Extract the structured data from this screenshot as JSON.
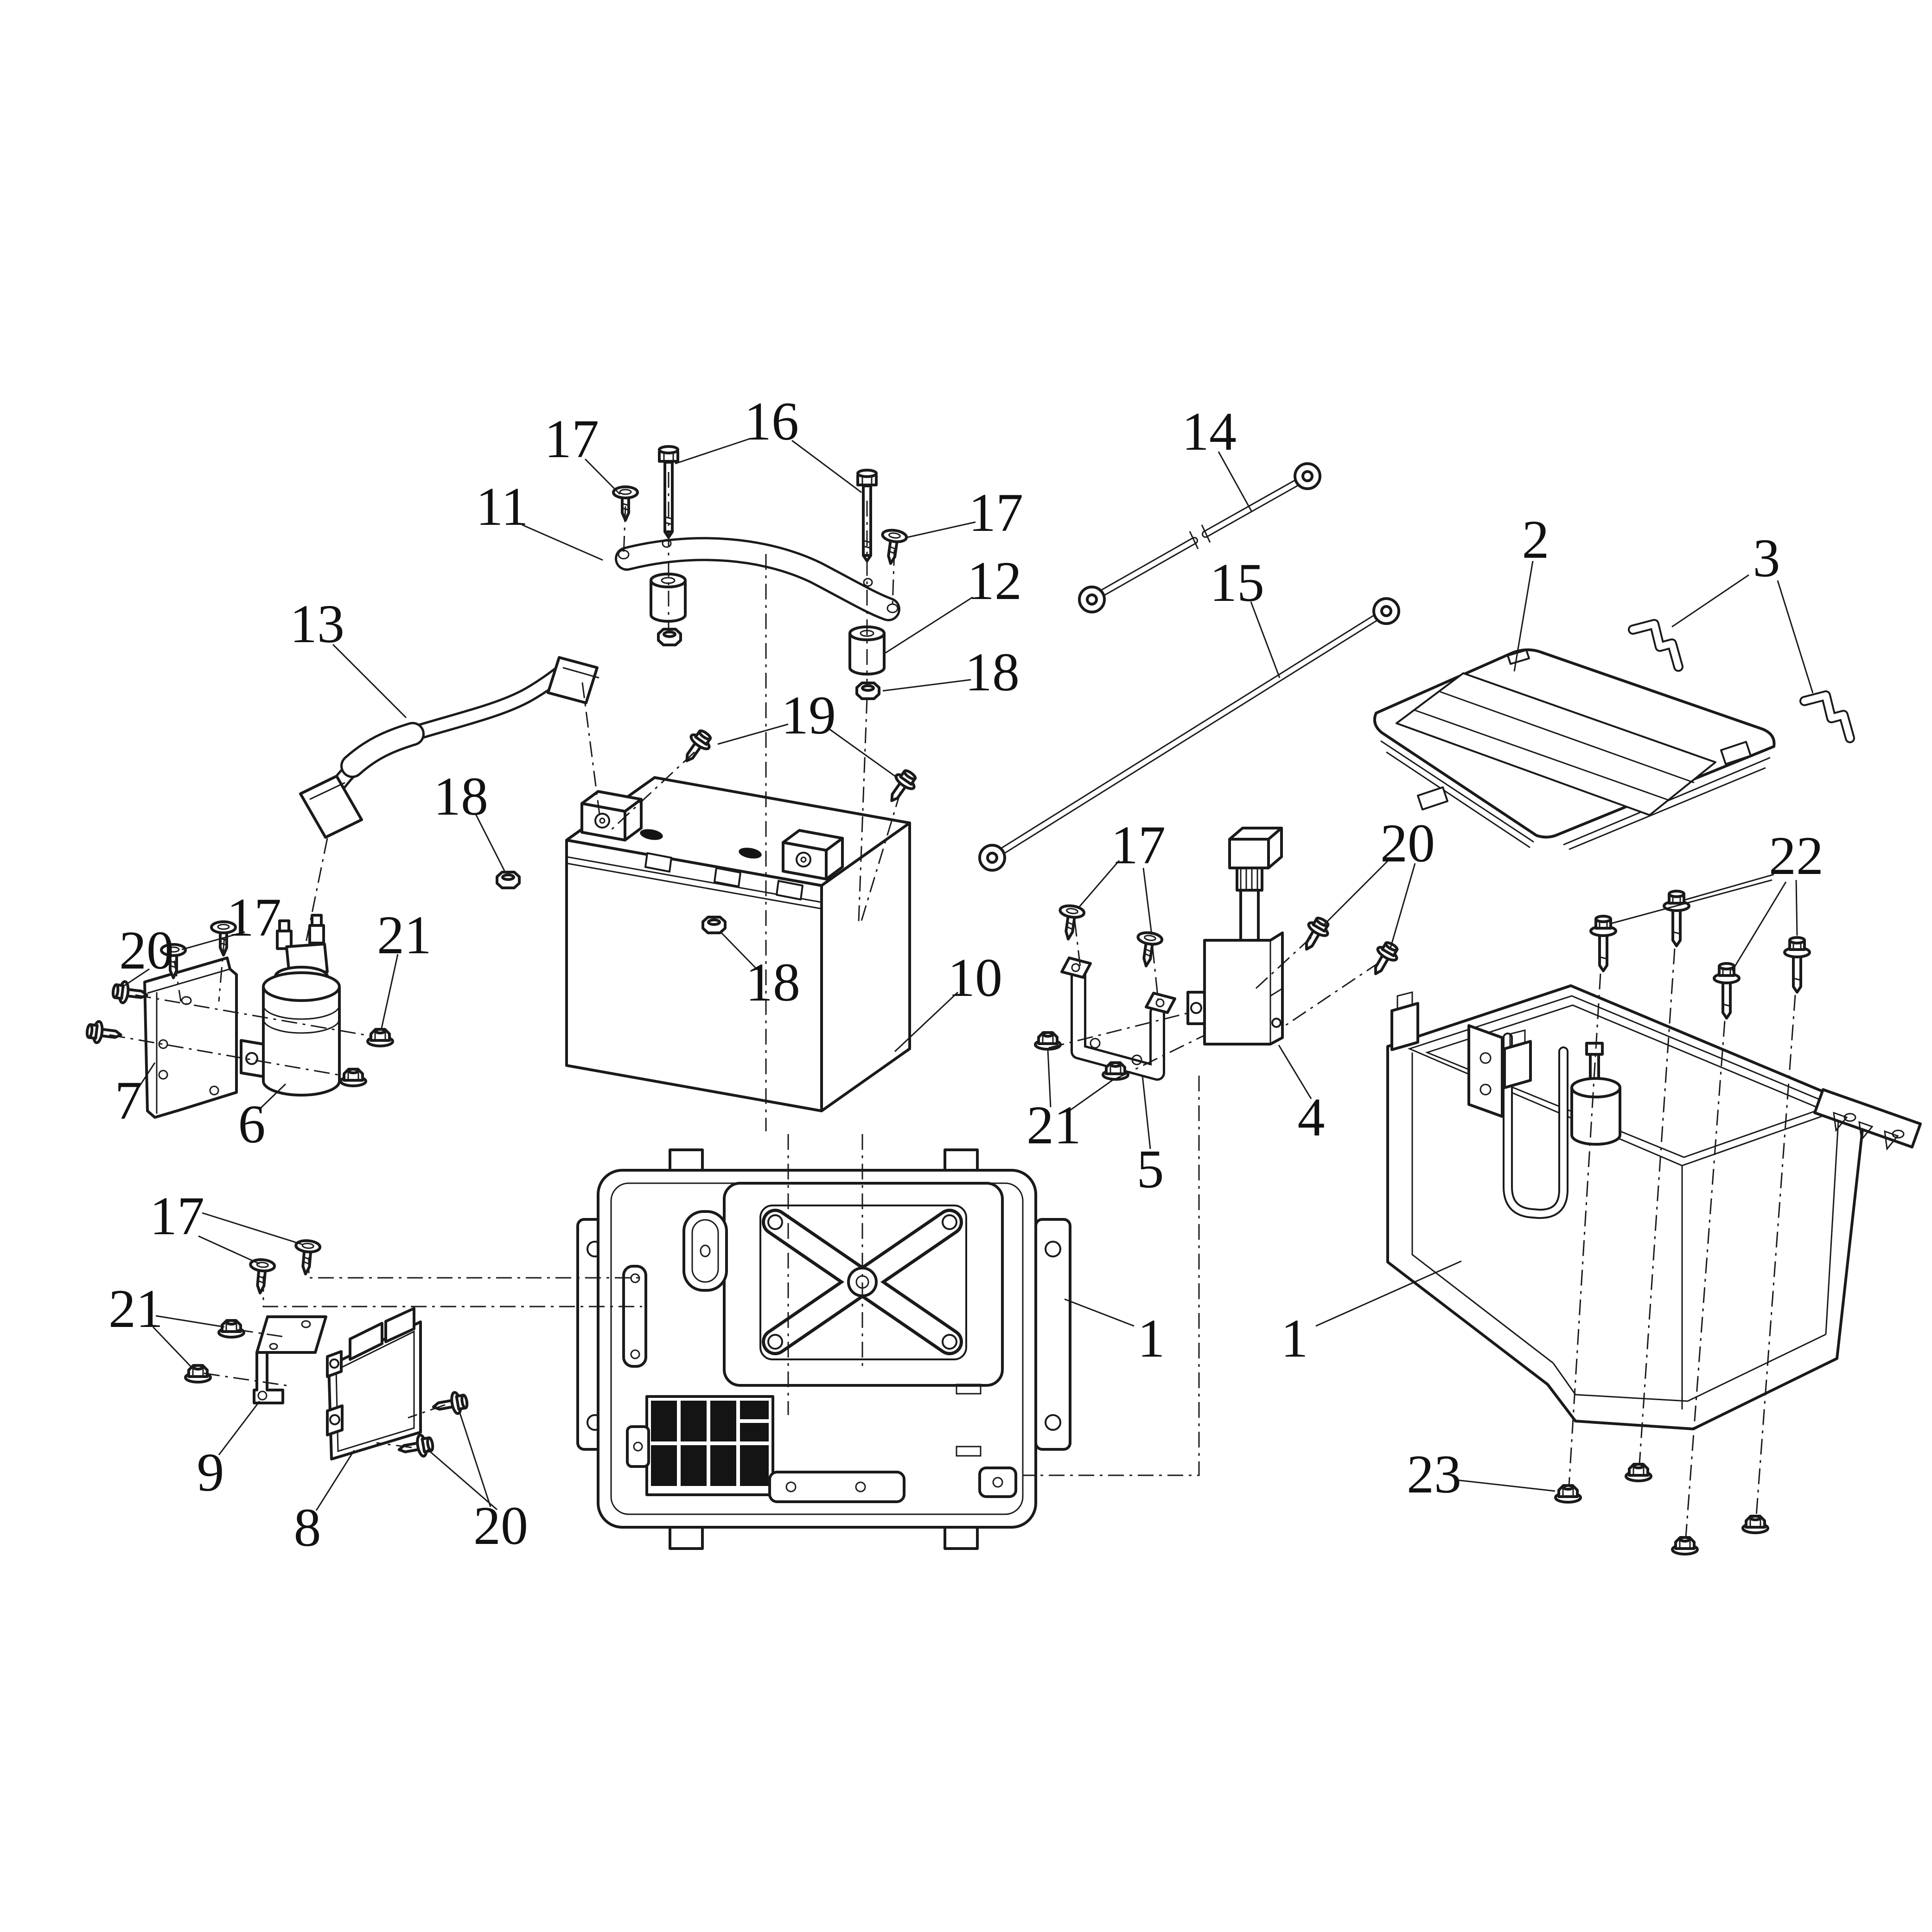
{
  "diagram": {
    "paper_color": "#ffffff",
    "ink_color": "#1a1a1a",
    "callouts": [
      {
        "id": "c17a",
        "label": "17"
      },
      {
        "id": "c16",
        "label": "16"
      },
      {
        "id": "c11",
        "label": "11"
      },
      {
        "id": "c13",
        "label": "13"
      },
      {
        "id": "c17b",
        "label": "17"
      },
      {
        "id": "c12",
        "label": "12"
      },
      {
        "id": "c18b",
        "label": "18"
      },
      {
        "id": "c19",
        "label": "19"
      },
      {
        "id": "c18a",
        "label": "18"
      },
      {
        "id": "c14",
        "label": "14"
      },
      {
        "id": "c15",
        "label": "15"
      },
      {
        "id": "c2",
        "label": "2"
      },
      {
        "id": "c3",
        "label": "3"
      },
      {
        "id": "c17c",
        "label": "17"
      },
      {
        "id": "c20b",
        "label": "20"
      },
      {
        "id": "c22",
        "label": "22"
      },
      {
        "id": "c10",
        "label": "10"
      },
      {
        "id": "c18c",
        "label": "18"
      },
      {
        "id": "c20a",
        "label": "20"
      },
      {
        "id": "c17s",
        "label": "17"
      },
      {
        "id": "c21a",
        "label": "21"
      },
      {
        "id": "c7",
        "label": "7"
      },
      {
        "id": "c6",
        "label": "6"
      },
      {
        "id": "c17d",
        "label": "17"
      },
      {
        "id": "c21c",
        "label": "21"
      },
      {
        "id": "c9",
        "label": "9"
      },
      {
        "id": "c8",
        "label": "8"
      },
      {
        "id": "c20c",
        "label": "20"
      },
      {
        "id": "c21b",
        "label": "21"
      },
      {
        "id": "c5",
        "label": "5"
      },
      {
        "id": "c4",
        "label": "4"
      },
      {
        "id": "c1a",
        "label": "1"
      },
      {
        "id": "c1b",
        "label": "1"
      },
      {
        "id": "c23",
        "label": "23"
      }
    ]
  }
}
